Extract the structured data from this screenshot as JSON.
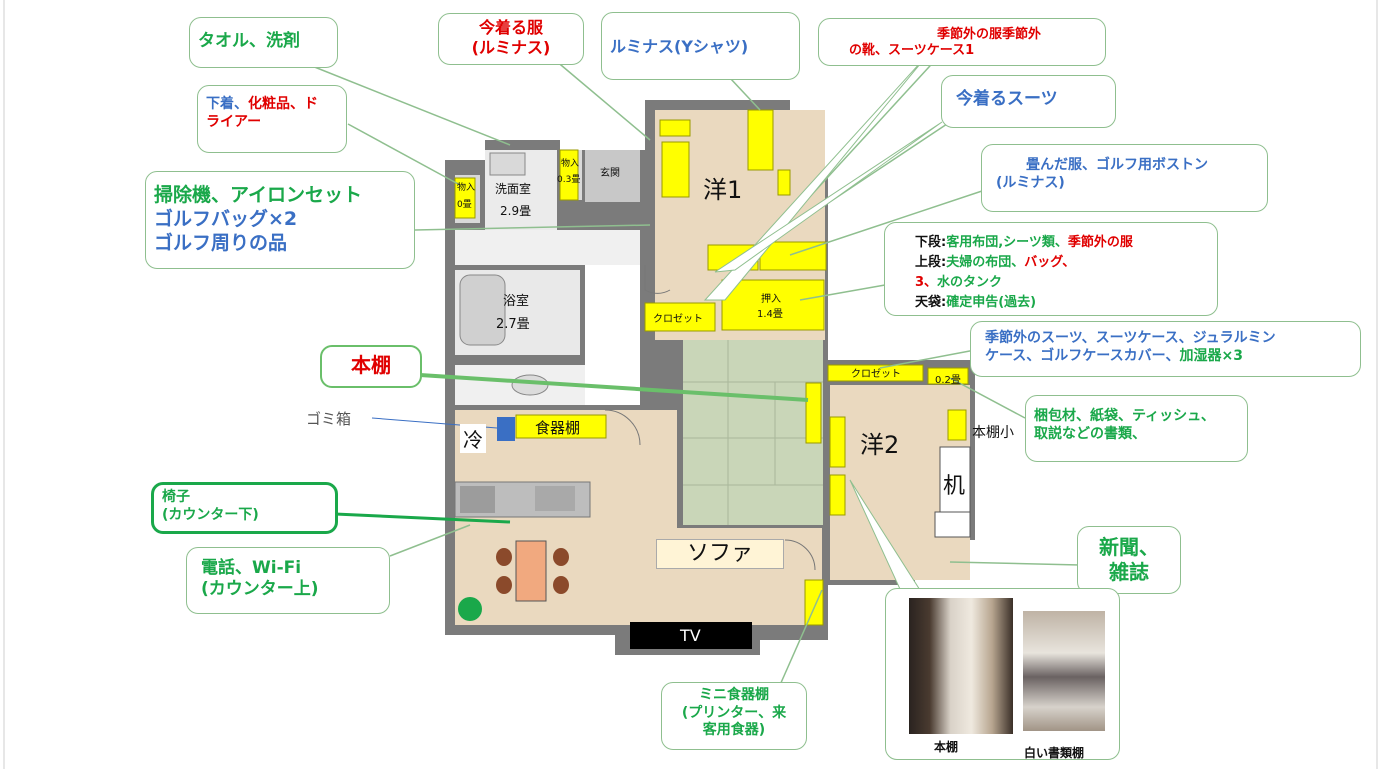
{
  "colors": {
    "green": "#1aa84a",
    "blue": "#3a6fc4",
    "red": "#e00000",
    "yellow": "#ffff00",
    "wall": "#7b7b7b",
    "floor": "#ead9bf",
    "tatami": "#c9d6b8"
  },
  "rooms": {
    "washroom": {
      "name": "洗面室",
      "size": "2.9畳"
    },
    "storage_a": {
      "name": "物入",
      "size": "0畳"
    },
    "storage_b": {
      "name": "物入",
      "size": "0.3畳"
    },
    "entrance": {
      "name": "玄関"
    },
    "bath": {
      "name": "浴室",
      "size": "2.7畳"
    },
    "western1": {
      "name": "洋1"
    },
    "western2": {
      "name": "洋2"
    },
    "closet1": {
      "name": "クロゼット"
    },
    "oshiire": {
      "name": "押入",
      "size": "1.4畳"
    },
    "closet2": {
      "name": "クロゼット"
    },
    "closet2_size": "0.2畳",
    "fridge": "冷",
    "dish_shelf": "食器棚",
    "sofa": "ソファ",
    "tv": "TV",
    "desk": "机",
    "small_shelf": "本棚小",
    "trash": "ゴミ箱"
  },
  "callouts": {
    "towel": "タオル、洗剤",
    "underwear_a": "下着、",
    "underwear_b": "化粧品、ド",
    "underwear_c": "ライアー",
    "cleaner_1": "掃除機、アイロンセット",
    "cleaner_2": "ゴルフバッグ×2",
    "cleaner_3": "ゴルフ周りの品",
    "now_clothes_1": "今着る服",
    "now_clothes_2": "(ルミナス)",
    "luminas_shirt": "ルミナス(Yシャツ)",
    "offseason_1": "季節外の服季節外",
    "offseason_2": "の靴、スーツケース1",
    "now_suit": "今着るスーツ",
    "folded_1": "畳んだ服、ゴルフ用ボストン",
    "folded_2": "(ルミナス)",
    "lower_a": "下段:",
    "lower_b": "客用布団,シーツ類、",
    "lower_c": "季節外の服",
    "upper_a": "上段:",
    "upper_b": "夫婦の布団、",
    "upper_c": "バッグ、",
    "upper_d": "3、",
    "upper_e": "水のタンク",
    "tenbukuro_a": "天袋:",
    "tenbukuro_b": "確定申告(過去)",
    "closet2_1": "季節外のスーツ、スーツケース、ジュラルミン",
    "closet2_2a": "ケース、ゴルフケースカバー、",
    "closet2_2b": "加湿器×3",
    "bookshelf": "本棚",
    "packing_1": "梱包材、紙袋、ティッシュ、",
    "packing_2": "取説などの書類、",
    "chair_1": "椅子",
    "chair_2": "(カウンター下)",
    "phone_1": "電話、Wi-Fi",
    "phone_2": "(カウンター上)",
    "newspaper_1": "新聞、",
    "newspaper_2": "雑誌",
    "mini_1": "ミニ食器棚",
    "mini_2": "(プリンター、来",
    "mini_3": "客用食器)"
  },
  "photos": {
    "left_caption": "本棚",
    "right_caption": "白い書類棚"
  }
}
